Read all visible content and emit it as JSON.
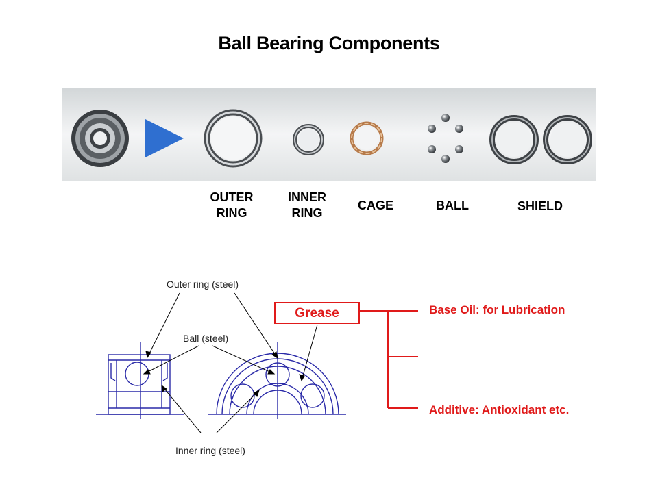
{
  "title": "Ball Bearing Components",
  "components": [
    {
      "label": "OUTER\nRING"
    },
    {
      "label": "INNER\nRING"
    },
    {
      "label": "CAGE"
    },
    {
      "label": "BALL"
    },
    {
      "label": "SHIELD"
    }
  ],
  "callouts": {
    "outer_ring": "Outer ring (steel)",
    "ball": "Ball (steel)",
    "inner_ring": "Inner  ring (steel)"
  },
  "grease": {
    "label": "Grease",
    "base_oil": "Base Oil: for Lubrication",
    "additive": "Additive: Antioxidant etc."
  },
  "colors": {
    "accent_red": "#e01a1a",
    "diagram_blue": "#2a2aa8",
    "arrow_blue": "#2f6fd0"
  }
}
